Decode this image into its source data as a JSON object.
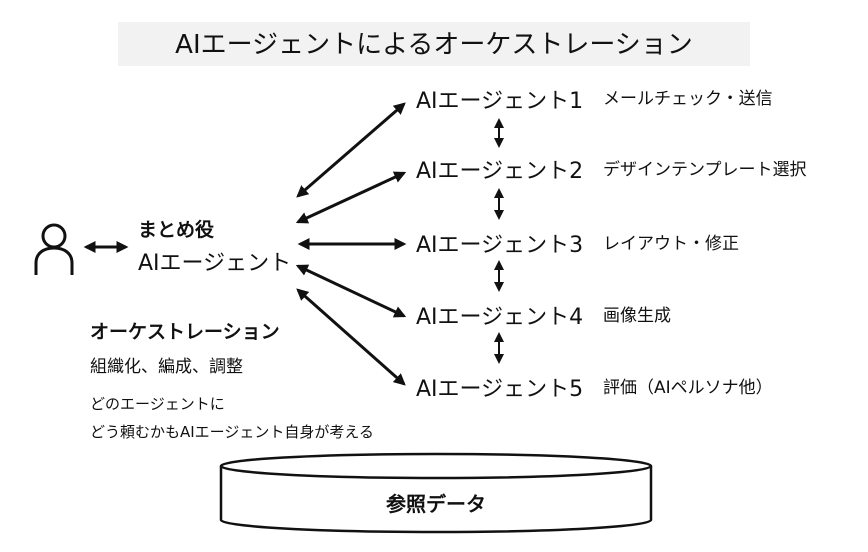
{
  "title": "AIエージェントによるオーケストレーション",
  "user": {
    "icon": "user-icon"
  },
  "coordinator": {
    "line1": "まとめ役",
    "line2": "AIエージェント"
  },
  "agents": [
    {
      "name": "AIエージェント1",
      "task": "メールチェック・送信"
    },
    {
      "name": "AIエージェント2",
      "task": "デザインテンプレート選択"
    },
    {
      "name": "AIエージェント3",
      "task": "レイアウト・修正"
    },
    {
      "name": "AIエージェント4",
      "task": "画像生成"
    },
    {
      "name": "AIエージェント5",
      "task": "評価（AIペルソナ他）"
    }
  ],
  "orchestration": {
    "heading": "オーケストレーション",
    "sub": "組織化、編成、調整",
    "note_line1": "どのエージェントに",
    "note_line2": "どう頼むかもAIエージェント自身が考える"
  },
  "database": {
    "label": "参照データ"
  },
  "colors": {
    "ink": "#111111",
    "title_band": "#f2f2f2",
    "background": "#ffffff"
  }
}
